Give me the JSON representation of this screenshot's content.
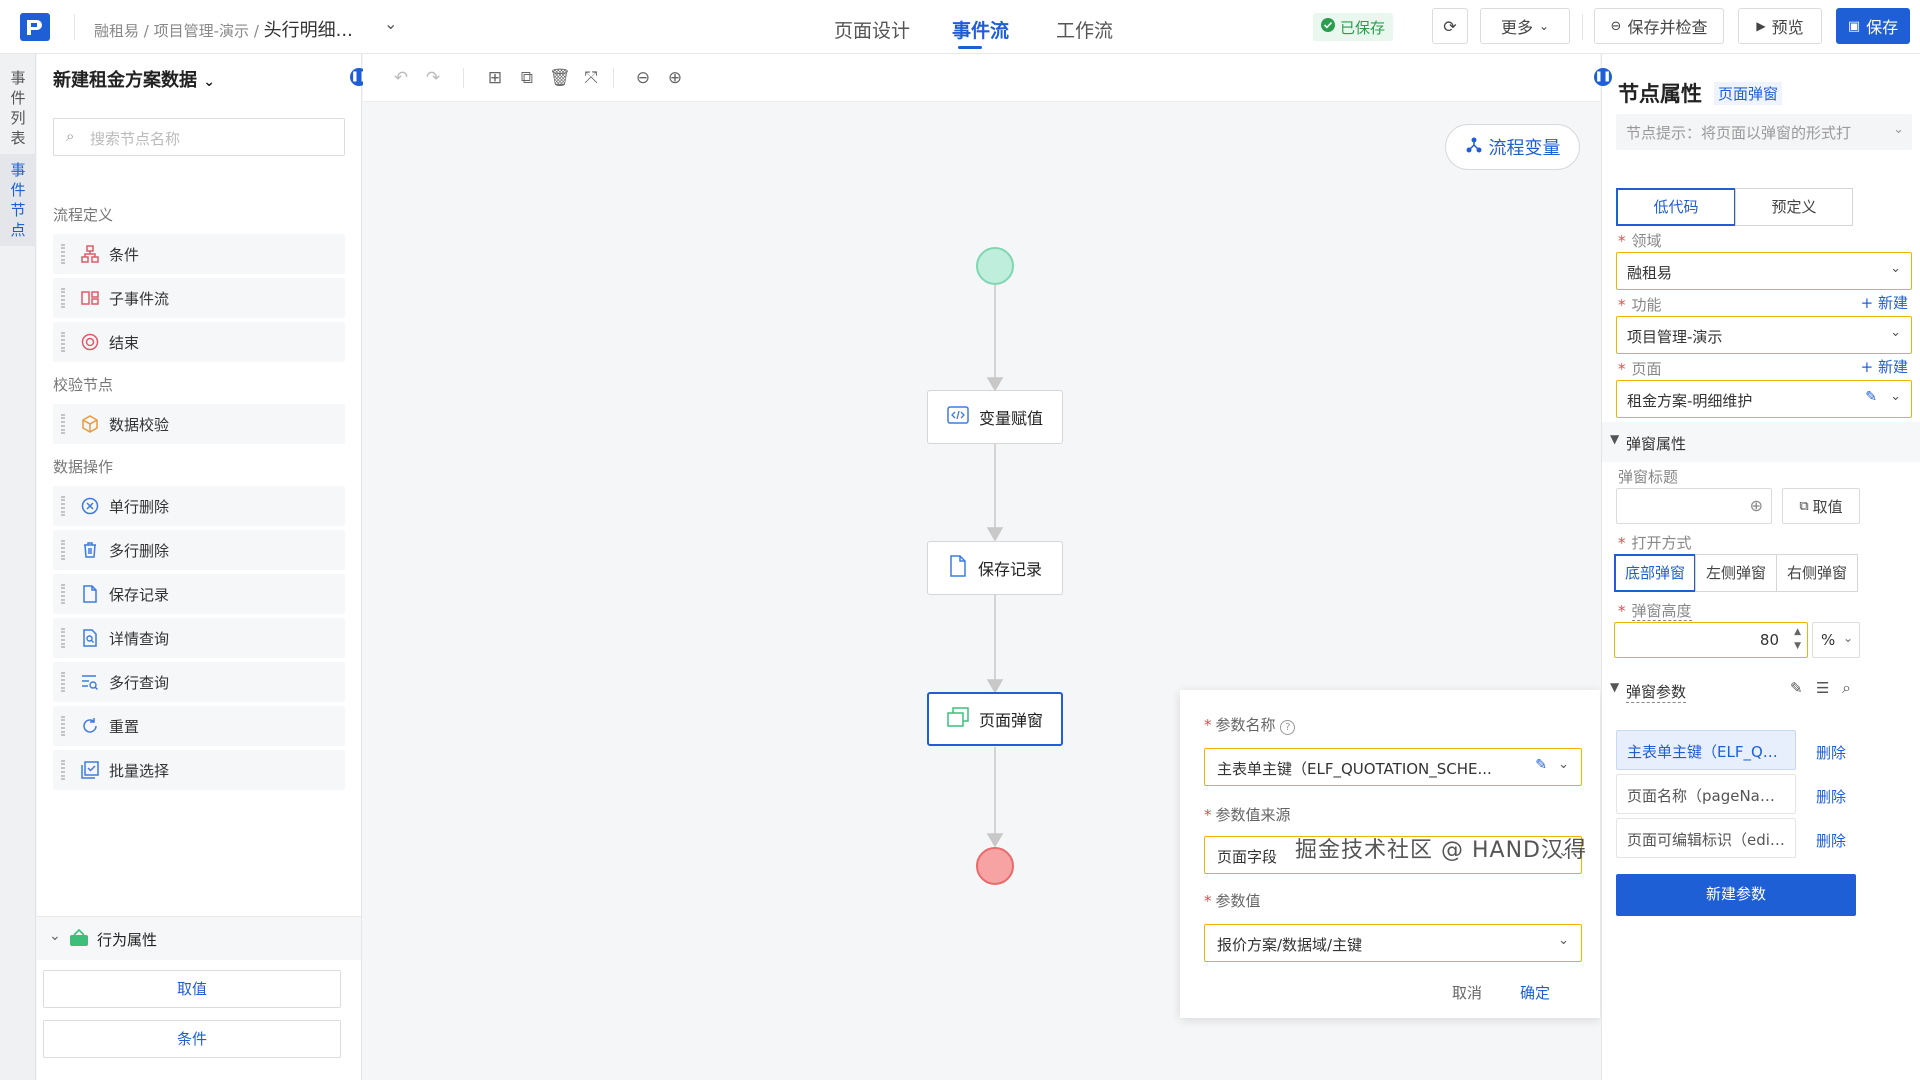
{
  "header": {
    "breadcrumb": {
      "part1": "融租易",
      "part2": "项目管理-演示",
      "current": "头行明细..."
    },
    "tabs": [
      {
        "label": "页面设计"
      },
      {
        "label": "事件流"
      },
      {
        "label": "工作流"
      }
    ],
    "saved_status": "已保存",
    "more_label": "更多",
    "save_check_label": "保存并检查",
    "preview_label": "预览",
    "save_label": "保存"
  },
  "rail": {
    "tab1": "事件列表",
    "tab2": "事件节点"
  },
  "left_panel": {
    "title": "新建租金方案数据",
    "search_placeholder": "搜索节点名称",
    "sections": [
      {
        "title": "流程定义",
        "items": [
          "条件",
          "子事件流",
          "结束"
        ]
      },
      {
        "title": "校验节点",
        "items": [
          "数据校验"
        ]
      },
      {
        "title": "数据操作",
        "items": [
          "单行删除",
          "多行删除",
          "保存记录",
          "详情查询",
          "多行查询",
          "重置",
          "批量选择"
        ]
      }
    ],
    "behavior_title": "行为属性",
    "behavior_buttons": [
      "取值",
      "条件"
    ]
  },
  "canvas": {
    "flow_variable_label": "流程变量",
    "nodes": [
      {
        "label": "变量赋值"
      },
      {
        "label": "保存记录"
      },
      {
        "label": "页面弹窗"
      }
    ]
  },
  "popover": {
    "param_name_label": "参数名称",
    "param_name_value": "主表单主键（ELF_QUOTATION_SCHE...",
    "param_source_label": "参数值来源",
    "param_source_value": "页面字段",
    "param_value_label": "参数值",
    "param_value_value": "报价方案/数据域/主键",
    "cancel_label": "取消",
    "confirm_label": "确定"
  },
  "right_panel": {
    "title": "节点属性",
    "tag": "页面弹窗",
    "hint": "节点提示：将页面以弹窗的形式打",
    "seg_lowcode": "低代码",
    "seg_predefined": "预定义",
    "domain_label": "领域",
    "domain_value": "融租易",
    "function_label": "功能",
    "function_value": "项目管理-演示",
    "page_label": "页面",
    "page_value": "租金方案-明细维护",
    "new_label": "+ 新建",
    "popup_props_title": "弹窗属性",
    "popup_title_label": "弹窗标题",
    "take_value_label": "取值",
    "open_mode_label": "打开方式",
    "open_modes": [
      "底部弹窗",
      "左侧弹窗",
      "右侧弹窗"
    ],
    "popup_height_label": "弹窗高度",
    "popup_height_value": "80",
    "popup_height_unit": "%",
    "popup_params_title": "弹窗参数",
    "params": [
      {
        "label": "主表单主键（ELF_QUOT...",
        "action": "删除"
      },
      {
        "label": "页面名称（pageName）",
        "action": "删除"
      },
      {
        "label": "页面可编辑标识（editFla...",
        "action": "删除"
      }
    ],
    "new_param_label": "新建参数"
  },
  "watermark": "掘金技术社区 @ HAND汉得",
  "colors": {
    "primary": "#1f5fd6",
    "start_node": "#bfeedd",
    "end_node": "#f7a3a3",
    "required": "#e34d4d",
    "warning_border": "#f0b400"
  }
}
